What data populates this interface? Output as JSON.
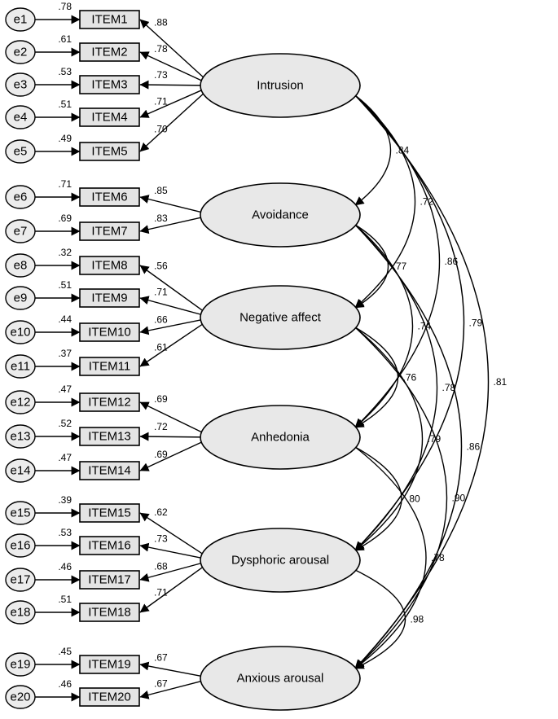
{
  "factors": [
    {
      "id": "intrusion",
      "label": "Intrusion"
    },
    {
      "id": "avoidance",
      "label": "Avoidance"
    },
    {
      "id": "negative_affect",
      "label": "Negative affect"
    },
    {
      "id": "anhedonia",
      "label": "Anhedonia"
    },
    {
      "id": "dysphoric_arousal",
      "label": "Dysphoric arousal"
    },
    {
      "id": "anxious_arousal",
      "label": "Anxious arousal"
    }
  ],
  "items": [
    {
      "error": "e1",
      "label": "ITEM1",
      "r2": ".78",
      "loading": ".88",
      "factor": 0
    },
    {
      "error": "e2",
      "label": "ITEM2",
      "r2": ".61",
      "loading": ".78",
      "factor": 0
    },
    {
      "error": "e3",
      "label": "ITEM3",
      "r2": ".53",
      "loading": ".73",
      "factor": 0
    },
    {
      "error": "e4",
      "label": "ITEM4",
      "r2": ".51",
      "loading": ".71",
      "factor": 0
    },
    {
      "error": "e5",
      "label": "ITEM5",
      "r2": ".49",
      "loading": ".70",
      "factor": 0
    },
    {
      "error": "e6",
      "label": "ITEM6",
      "r2": ".71",
      "loading": ".85",
      "factor": 1
    },
    {
      "error": "e7",
      "label": "ITEM7",
      "r2": ".69",
      "loading": ".83",
      "factor": 1
    },
    {
      "error": "e8",
      "label": "ITEM8",
      "r2": ".32",
      "loading": ".56",
      "factor": 2
    },
    {
      "error": "e9",
      "label": "ITEM9",
      "r2": ".51",
      "loading": ".71",
      "factor": 2
    },
    {
      "error": "e10",
      "label": "ITEM10",
      "r2": ".44",
      "loading": ".66",
      "factor": 2
    },
    {
      "error": "e11",
      "label": "ITEM11",
      "r2": ".37",
      "loading": ".61",
      "factor": 2
    },
    {
      "error": "e12",
      "label": "ITEM12",
      "r2": ".47",
      "loading": ".69",
      "factor": 3
    },
    {
      "error": "e13",
      "label": "ITEM13",
      "r2": ".52",
      "loading": ".72",
      "factor": 3
    },
    {
      "error": "e14",
      "label": "ITEM14",
      "r2": ".47",
      "loading": ".69",
      "factor": 3
    },
    {
      "error": "e15",
      "label": "ITEM15",
      "r2": ".39",
      "loading": ".62",
      "factor": 4
    },
    {
      "error": "e16",
      "label": "ITEM16",
      "r2": ".53",
      "loading": ".73",
      "factor": 4
    },
    {
      "error": "e17",
      "label": "ITEM17",
      "r2": ".46",
      "loading": ".68",
      "factor": 4
    },
    {
      "error": "e18",
      "label": "ITEM18",
      "r2": ".51",
      "loading": ".71",
      "factor": 4
    },
    {
      "error": "e19",
      "label": "ITEM19",
      "r2": ".45",
      "loading": ".67",
      "factor": 5
    },
    {
      "error": "e20",
      "label": "ITEM20",
      "r2": ".46",
      "loading": ".67",
      "factor": 5
    }
  ],
  "correlations": [
    {
      "from": 0,
      "to": 1,
      "value": ".84"
    },
    {
      "from": 0,
      "to": 2,
      "value": ".72"
    },
    {
      "from": 0,
      "to": 3,
      "value": ".86"
    },
    {
      "from": 0,
      "to": 4,
      "value": ".79"
    },
    {
      "from": 0,
      "to": 5,
      "value": ".81"
    },
    {
      "from": 1,
      "to": 2,
      "value": ".77"
    },
    {
      "from": 1,
      "to": 3,
      "value": ".74"
    },
    {
      "from": 1,
      "to": 4,
      "value": ".78"
    },
    {
      "from": 1,
      "to": 5,
      "value": ".86"
    },
    {
      "from": 2,
      "to": 3,
      "value": ".76"
    },
    {
      "from": 2,
      "to": 4,
      "value": ".79"
    },
    {
      "from": 2,
      "to": 5,
      "value": ".90"
    },
    {
      "from": 3,
      "to": 4,
      "value": ".80"
    },
    {
      "from": 3,
      "to": 5,
      "value": ".78"
    },
    {
      "from": 4,
      "to": 5,
      "value": ".98"
    }
  ]
}
